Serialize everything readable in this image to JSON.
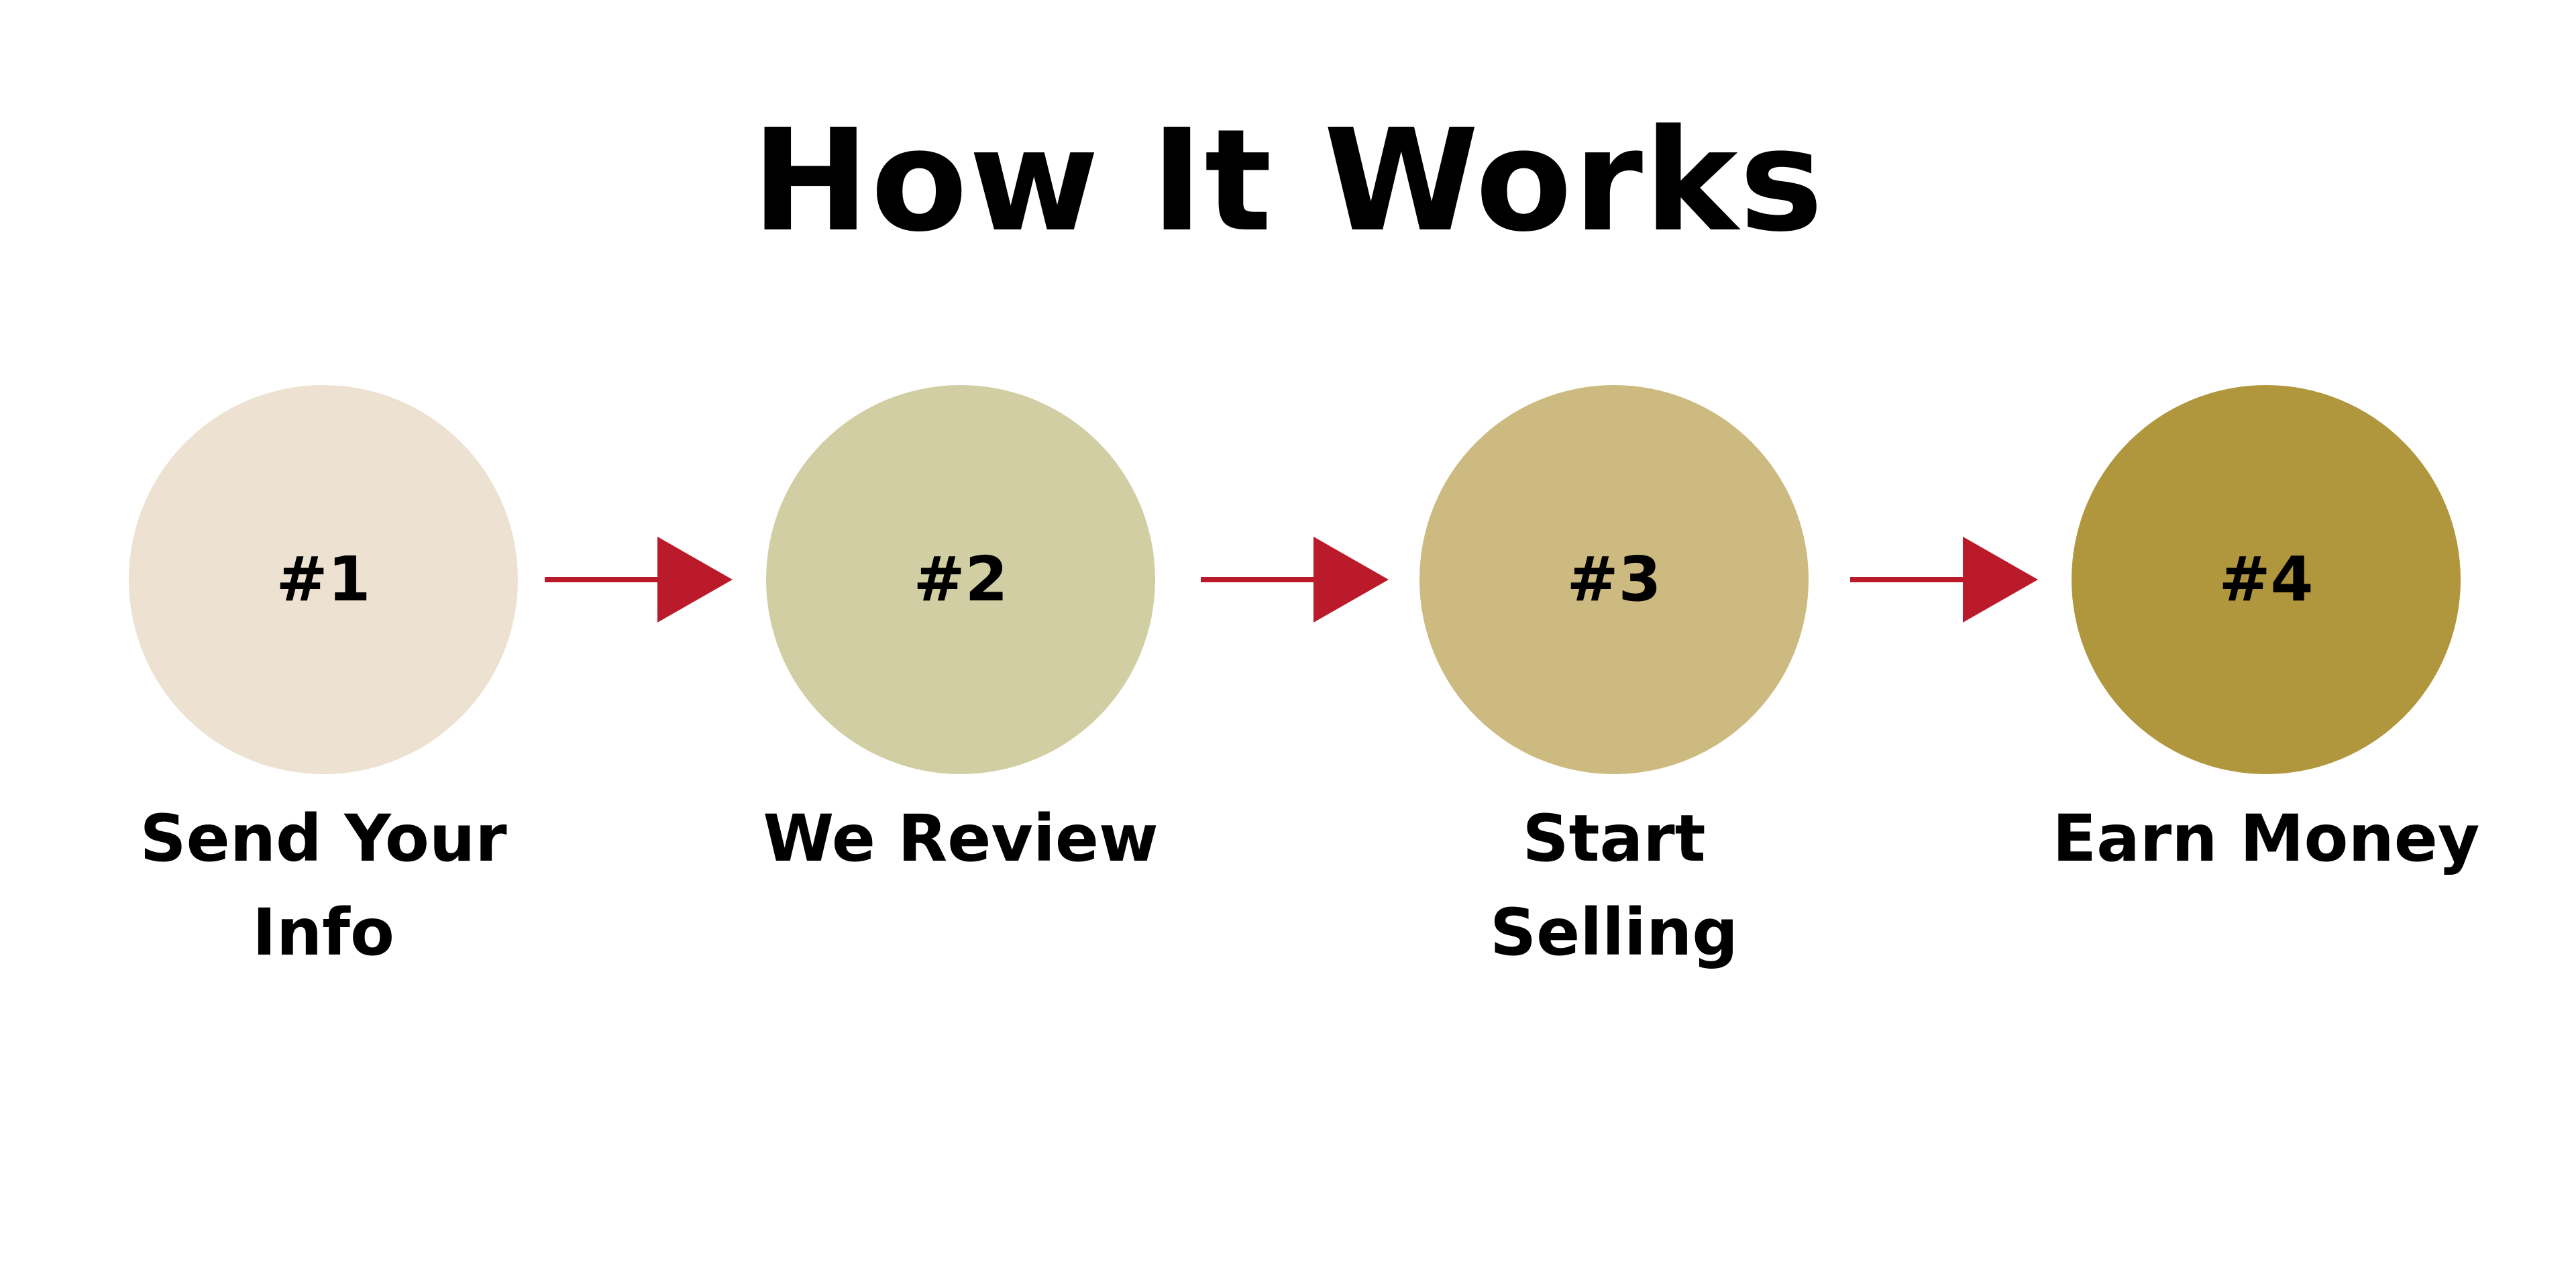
{
  "title": "How It Works",
  "colors": {
    "arrow": "#bb1a2a",
    "text": "#000000"
  },
  "steps": [
    {
      "number": "#1",
      "label_line1": "Send Your",
      "label_line2": "Info",
      "color": "#ede1d1"
    },
    {
      "number": "#2",
      "label_line1": "We Review",
      "label_line2": "",
      "color": "#d2cea3"
    },
    {
      "number": "#3",
      "label_line1": "Start Selling",
      "label_line2": "",
      "color": "#cdba80"
    },
    {
      "number": "#4",
      "label_line1": "Earn Money",
      "label_line2": "",
      "color": "#b0963d"
    }
  ]
}
